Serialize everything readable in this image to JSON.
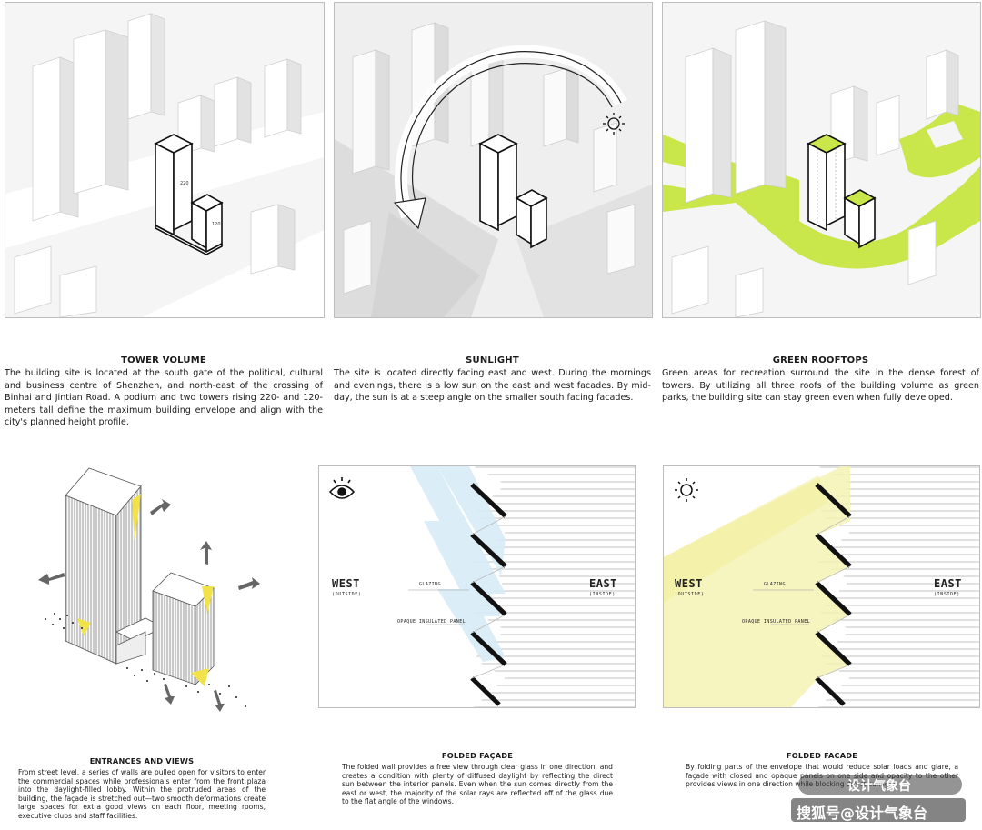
{
  "panels": {
    "tower": {
      "title": "TOWER VOLUME",
      "body": "The building site is located at the south gate of the political, cultural and business centre of Shenzhen, and north-east of the crossing of Binhai and Jintian Road. A podium and two towers rising 220- and 120-meters tall define the maximum building envelope and align with the city's planned height profile.",
      "label_tall": "220",
      "label_short": "120"
    },
    "sunlight": {
      "title": "SUNLIGHT",
      "body": "The site is located directly facing east and west. During the mornings and evenings, there is a low sun on the east and west facades. By mid-day, the sun is at a steep angle on the smaller south facing facades."
    },
    "green": {
      "title": "GREEN ROOFTOPS",
      "body": "Green areas for recreation surround the site in the dense forest of towers. By utilizing all three roofs of the building volume as green parks, the building site can stay green even when fully developed."
    },
    "entrances": {
      "title": "ENTRANCES AND VIEWS",
      "body": "From street level, a series of walls are pulled open for visitors to enter the commercial spaces while professionals enter from the front plaza into the daylight-filled lobby. Within the protruded areas of the building, the façade is stretched out—two smooth deformations create large spaces for extra good views on each floor, meeting rooms, executive clubs and staff facilities."
    },
    "facade_view": {
      "title": "FOLDED FAÇADE",
      "body": "The folded wall provides a free view through clear glass in one direction, and creates a condition with plenty of diffused daylight by reflecting the direct sun between the interior panels. Even when the sun comes directly from the east or west, the majority of the solar rays are reflected off of the glass due to the flat angle of the windows.",
      "west": "WEST",
      "west_sub": "(OUTSIDE)",
      "east": "EAST",
      "east_sub": "(INSIDE)",
      "glazing": "GLAZING",
      "opaque": "OPAQUE INSULATED PANEL"
    },
    "facade_sun": {
      "title": "FOLDED FACADE",
      "body": "By folding parts of the envelope that would reduce solar loads and glare, a façade with closed and opaque panels on one side and opacity to the other provides views in one direction while blocking direct sunlight.",
      "west": "WEST",
      "west_sub": "(OUTSIDE)",
      "east": "EAST",
      "east_sub": "(INSIDE)",
      "glazing": "GLAZING",
      "opaque": "OPAQUE INSULATED PANEL"
    }
  },
  "watermark": {
    "line1": "设计气象台",
    "line2": "搜狐号@设计气象台"
  },
  "colors": {
    "green": "#c9e64a",
    "yellow_band": "#f6f3b4",
    "blue_band": "#d8ecf7",
    "fold": "#111111"
  }
}
